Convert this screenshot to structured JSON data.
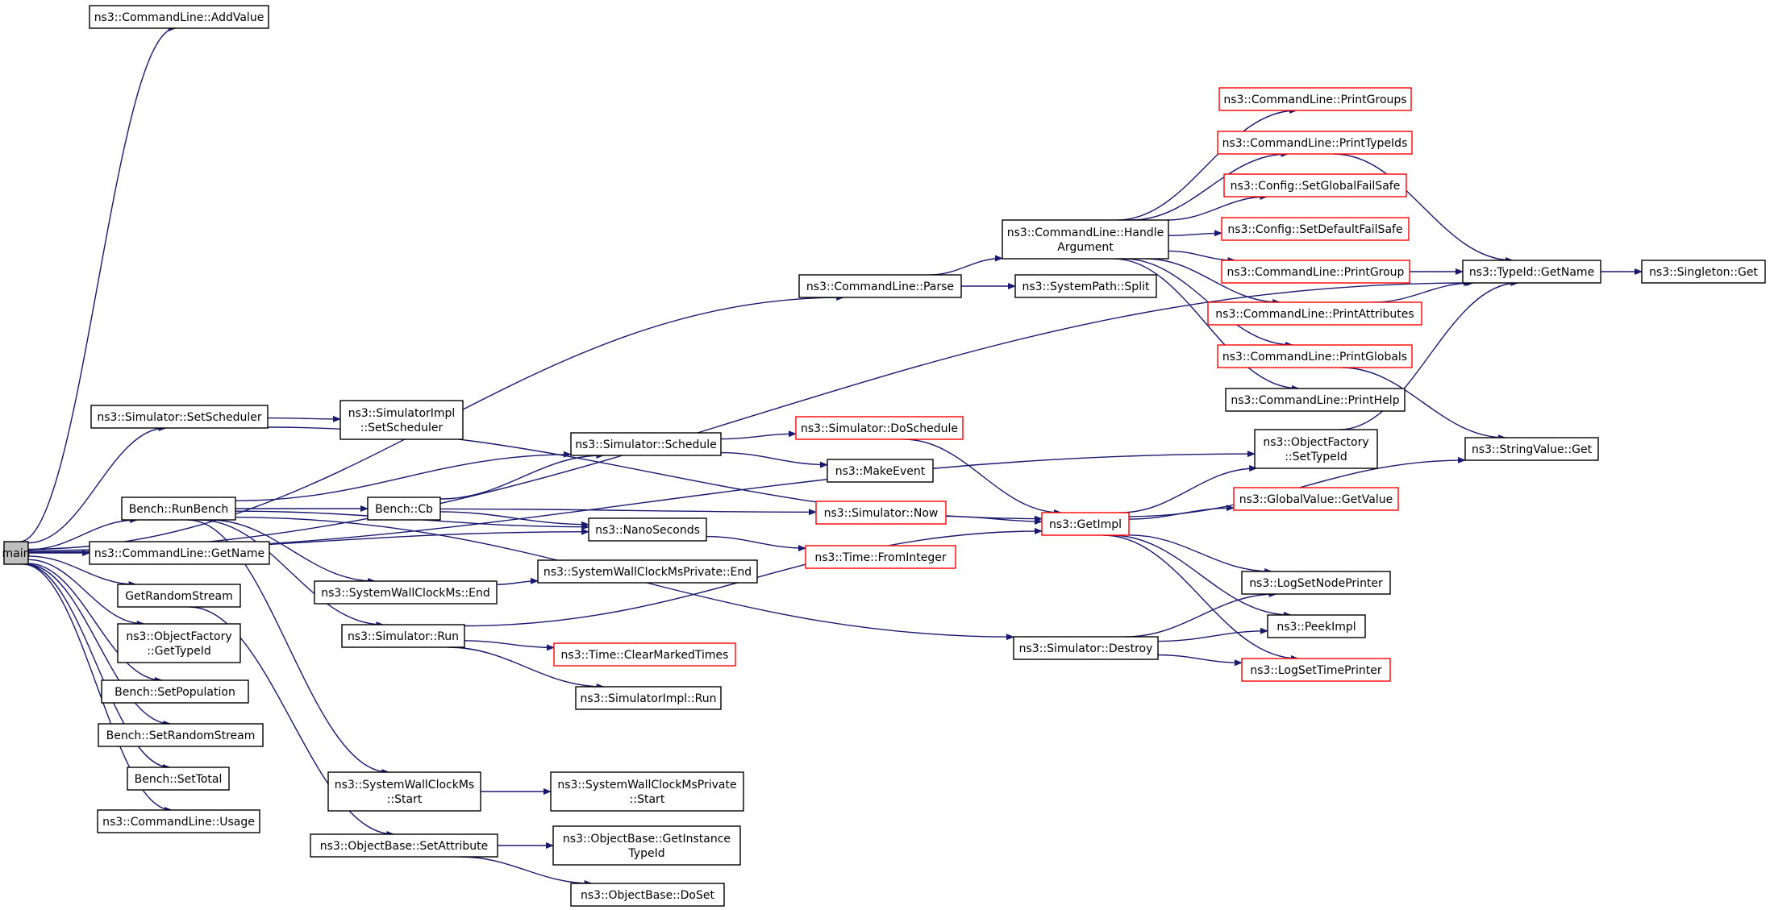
{
  "colors": {
    "edge": "#191970",
    "node_border": "#000000",
    "truncated_node_border": "#ff0000",
    "root_fill": "#bfbfbf",
    "background": "#ffffff"
  },
  "nodes": [
    {
      "id": "main",
      "lines": [
        "main"
      ],
      "style": "root"
    },
    {
      "id": "addvalue",
      "lines": [
        "ns3::CommandLine::AddValue"
      ],
      "style": "normal"
    },
    {
      "id": "setscheduler",
      "lines": [
        "ns3::Simulator::SetScheduler"
      ],
      "style": "normal"
    },
    {
      "id": "runbench",
      "lines": [
        "Bench::RunBench"
      ],
      "style": "normal"
    },
    {
      "id": "clgetname",
      "lines": [
        "ns3::CommandLine::GetName"
      ],
      "style": "normal"
    },
    {
      "id": "getrandomstream",
      "lines": [
        "GetRandomStream"
      ],
      "style": "normal"
    },
    {
      "id": "ofgettypeid",
      "lines": [
        "ns3::ObjectFactory",
        "::GetTypeId"
      ],
      "style": "normal"
    },
    {
      "id": "setpopulation",
      "lines": [
        "Bench::SetPopulation"
      ],
      "style": "normal"
    },
    {
      "id": "setrandomstream",
      "lines": [
        "Bench::SetRandomStream"
      ],
      "style": "normal"
    },
    {
      "id": "settotal",
      "lines": [
        "Bench::SetTotal"
      ],
      "style": "normal"
    },
    {
      "id": "usage",
      "lines": [
        "ns3::CommandLine::Usage"
      ],
      "style": "normal"
    },
    {
      "id": "implsetscheduler",
      "lines": [
        "ns3::SimulatorImpl",
        "::SetScheduler"
      ],
      "style": "normal"
    },
    {
      "id": "benchcb",
      "lines": [
        "Bench::Cb"
      ],
      "style": "normal"
    },
    {
      "id": "wcend",
      "lines": [
        "ns3::SystemWallClockMs::End"
      ],
      "style": "normal"
    },
    {
      "id": "simrun",
      "lines": [
        "ns3::Simulator::Run"
      ],
      "style": "normal"
    },
    {
      "id": "wcstart",
      "lines": [
        "ns3::SystemWallClockMs",
        "::Start"
      ],
      "style": "normal"
    },
    {
      "id": "setattribute",
      "lines": [
        "ns3::ObjectBase::SetAttribute"
      ],
      "style": "normal"
    },
    {
      "id": "schedule",
      "lines": [
        "ns3::Simulator::Schedule"
      ],
      "style": "normal"
    },
    {
      "id": "nanoseconds",
      "lines": [
        "ns3::NanoSeconds"
      ],
      "style": "normal"
    },
    {
      "id": "wcpend",
      "lines": [
        "ns3::SystemWallClockMsPrivate::End"
      ],
      "style": "normal"
    },
    {
      "id": "clearmarked",
      "lines": [
        "ns3::Time::ClearMarkedTimes"
      ],
      "style": "truncated"
    },
    {
      "id": "implrun",
      "lines": [
        "ns3::SimulatorImpl::Run"
      ],
      "style": "normal"
    },
    {
      "id": "wcpstart",
      "lines": [
        "ns3::SystemWallClockMsPrivate",
        "::Start"
      ],
      "style": "normal"
    },
    {
      "id": "getinstancetypeid",
      "lines": [
        "ns3::ObjectBase::GetInstance",
        "TypeId"
      ],
      "style": "normal"
    },
    {
      "id": "doset",
      "lines": [
        "ns3::ObjectBase::DoSet"
      ],
      "style": "normal"
    },
    {
      "id": "parse",
      "lines": [
        "ns3::CommandLine::Parse"
      ],
      "style": "normal"
    },
    {
      "id": "doschedule",
      "lines": [
        "ns3::Simulator::DoSchedule"
      ],
      "style": "truncated"
    },
    {
      "id": "makeevent",
      "lines": [
        "ns3::MakeEvent"
      ],
      "style": "normal"
    },
    {
      "id": "simnow",
      "lines": [
        "ns3::Simulator::Now"
      ],
      "style": "truncated"
    },
    {
      "id": "frominteger",
      "lines": [
        "ns3::Time::FromInteger"
      ],
      "style": "truncated"
    },
    {
      "id": "simdestroy",
      "lines": [
        "ns3::Simulator::Destroy"
      ],
      "style": "normal"
    },
    {
      "id": "handlearg",
      "lines": [
        "ns3::CommandLine::Handle",
        "Argument"
      ],
      "style": "normal"
    },
    {
      "id": "split",
      "lines": [
        "ns3::SystemPath::Split"
      ],
      "style": "normal"
    },
    {
      "id": "getimpl",
      "lines": [
        "ns3::GetImpl"
      ],
      "style": "truncated"
    },
    {
      "id": "printgroups",
      "lines": [
        "ns3::CommandLine::PrintGroups"
      ],
      "style": "truncated"
    },
    {
      "id": "printtypeids",
      "lines": [
        "ns3::CommandLine::PrintTypeIds"
      ],
      "style": "truncated"
    },
    {
      "id": "setglobalfailsafe",
      "lines": [
        "ns3::Config::SetGlobalFailSafe"
      ],
      "style": "truncated"
    },
    {
      "id": "setdefaultfailsafe",
      "lines": [
        "ns3::Config::SetDefaultFailSafe"
      ],
      "style": "truncated"
    },
    {
      "id": "printgroup",
      "lines": [
        "ns3::CommandLine::PrintGroup"
      ],
      "style": "truncated"
    },
    {
      "id": "printattributes",
      "lines": [
        "ns3::CommandLine::PrintAttributes"
      ],
      "style": "truncated"
    },
    {
      "id": "printglobals",
      "lines": [
        "ns3::CommandLine::PrintGlobals"
      ],
      "style": "truncated"
    },
    {
      "id": "printhelp",
      "lines": [
        "ns3::CommandLine::PrintHelp"
      ],
      "style": "normal"
    },
    {
      "id": "ofsettypeid",
      "lines": [
        "ns3::ObjectFactory",
        "::SetTypeId"
      ],
      "style": "normal"
    },
    {
      "id": "globalvaluegetvalue",
      "lines": [
        "ns3::GlobalValue::GetValue"
      ],
      "style": "truncated"
    },
    {
      "id": "lognodeprinter",
      "lines": [
        "ns3::LogSetNodePrinter"
      ],
      "style": "normal"
    },
    {
      "id": "peekimpl",
      "lines": [
        "ns3::PeekImpl"
      ],
      "style": "normal"
    },
    {
      "id": "logtimeprinter",
      "lines": [
        "ns3::LogSetTimePrinter"
      ],
      "style": "truncated"
    },
    {
      "id": "typeidgetname",
      "lines": [
        "ns3::TypeId::GetName"
      ],
      "style": "normal"
    },
    {
      "id": "stringvalueget",
      "lines": [
        "ns3::StringValue::Get"
      ],
      "style": "normal"
    },
    {
      "id": "singletonget",
      "lines": [
        "ns3::Singleton::Get"
      ],
      "style": "normal"
    }
  ],
  "edges": [
    {
      "from": "main",
      "to": "addvalue"
    },
    {
      "from": "main",
      "to": "setscheduler"
    },
    {
      "from": "main",
      "to": "runbench"
    },
    {
      "from": "main",
      "to": "clgetname"
    },
    {
      "from": "main",
      "to": "getrandomstream"
    },
    {
      "from": "main",
      "to": "ofgettypeid"
    },
    {
      "from": "main",
      "to": "setpopulation"
    },
    {
      "from": "main",
      "to": "setrandomstream"
    },
    {
      "from": "main",
      "to": "settotal"
    },
    {
      "from": "main",
      "to": "usage"
    },
    {
      "from": "main",
      "to": "typeidgetname"
    },
    {
      "from": "main",
      "to": "parse"
    },
    {
      "from": "main",
      "to": "ofsettypeid"
    },
    {
      "from": "main",
      "to": "nanoseconds"
    },
    {
      "from": "setscheduler",
      "to": "implsetscheduler"
    },
    {
      "from": "setscheduler",
      "to": "getimpl"
    },
    {
      "from": "runbench",
      "to": "schedule"
    },
    {
      "from": "runbench",
      "to": "benchcb"
    },
    {
      "from": "runbench",
      "to": "nanoseconds"
    },
    {
      "from": "runbench",
      "to": "wcend"
    },
    {
      "from": "runbench",
      "to": "simrun"
    },
    {
      "from": "runbench",
      "to": "wcstart"
    },
    {
      "from": "runbench",
      "to": "simdestroy"
    },
    {
      "from": "getrandomstream",
      "to": "setattribute"
    },
    {
      "from": "benchcb",
      "to": "schedule"
    },
    {
      "from": "benchcb",
      "to": "nanoseconds"
    },
    {
      "from": "benchcb",
      "to": "simnow"
    },
    {
      "from": "schedule",
      "to": "doschedule"
    },
    {
      "from": "schedule",
      "to": "makeevent"
    },
    {
      "from": "nanoseconds",
      "to": "frominteger"
    },
    {
      "from": "wcend",
      "to": "wcpend"
    },
    {
      "from": "simrun",
      "to": "getimpl"
    },
    {
      "from": "simrun",
      "to": "clearmarked"
    },
    {
      "from": "simrun",
      "to": "implrun"
    },
    {
      "from": "wcstart",
      "to": "wcpstart"
    },
    {
      "from": "setattribute",
      "to": "getinstancetypeid"
    },
    {
      "from": "setattribute",
      "to": "doset"
    },
    {
      "from": "parse",
      "to": "handlearg"
    },
    {
      "from": "parse",
      "to": "split"
    },
    {
      "from": "doschedule",
      "to": "getimpl"
    },
    {
      "from": "simnow",
      "to": "getimpl"
    },
    {
      "from": "simdestroy",
      "to": "lognodeprinter"
    },
    {
      "from": "simdestroy",
      "to": "peekimpl"
    },
    {
      "from": "simdestroy",
      "to": "logtimeprinter"
    },
    {
      "from": "handlearg",
      "to": "printgroups"
    },
    {
      "from": "handlearg",
      "to": "printtypeids"
    },
    {
      "from": "handlearg",
      "to": "setglobalfailsafe"
    },
    {
      "from": "handlearg",
      "to": "setdefaultfailsafe"
    },
    {
      "from": "handlearg",
      "to": "printgroup"
    },
    {
      "from": "handlearg",
      "to": "printattributes"
    },
    {
      "from": "handlearg",
      "to": "printglobals"
    },
    {
      "from": "handlearg",
      "to": "printhelp"
    },
    {
      "from": "getimpl",
      "to": "ofsettypeid"
    },
    {
      "from": "getimpl",
      "to": "globalvaluegetvalue"
    },
    {
      "from": "getimpl",
      "to": "stringvalueget"
    },
    {
      "from": "getimpl",
      "to": "lognodeprinter"
    },
    {
      "from": "getimpl",
      "to": "peekimpl"
    },
    {
      "from": "getimpl",
      "to": "logtimeprinter"
    },
    {
      "from": "printtypeids",
      "to": "typeidgetname"
    },
    {
      "from": "printgroup",
      "to": "typeidgetname"
    },
    {
      "from": "printattributes",
      "to": "typeidgetname"
    },
    {
      "from": "printglobals",
      "to": "stringvalueget"
    },
    {
      "from": "ofsettypeid",
      "to": "typeidgetname"
    },
    {
      "from": "typeidgetname",
      "to": "singletonget"
    }
  ]
}
